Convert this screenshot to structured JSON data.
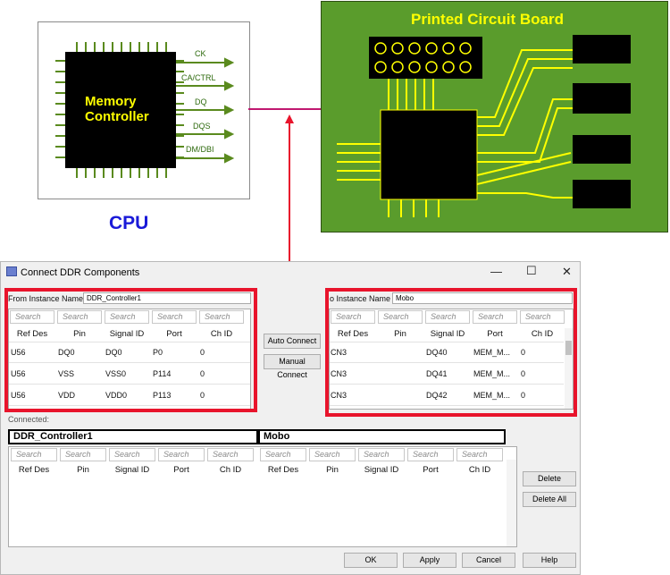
{
  "diagram": {
    "cpu_label": "CPU",
    "chip_label_line1": "Memory",
    "chip_label_line2": "Controller",
    "signals": [
      "CK",
      "CA/CTRL",
      "DQ",
      "DQS",
      "DM/DBI"
    ],
    "pcb_title": "Printed Circuit Board"
  },
  "dialog": {
    "title": "Connect DDR Components",
    "minimize": "—",
    "maximize": "☐",
    "close": "✕",
    "from_label": "From Instance Name",
    "from_value": "DDR_Controller1",
    "to_label": "o Instance Name",
    "to_value": "Mobo",
    "search_placeholder": "Search",
    "columns": [
      "Ref Des",
      "Pin",
      "Signal ID",
      "Port",
      "Ch ID"
    ],
    "from_rows": [
      [
        "U56",
        "DQ0",
        "DQ0",
        "P0",
        "0"
      ],
      [
        "U56",
        "VSS",
        "VSS0",
        "P114",
        "0"
      ],
      [
        "U56",
        "VDD",
        "VDD0",
        "P113",
        "0"
      ]
    ],
    "to_rows": [
      [
        "CN3",
        "",
        "DQ40",
        "MEM_M...",
        "0"
      ],
      [
        "CN3",
        "",
        "DQ41",
        "MEM_M...",
        "0"
      ],
      [
        "CN3",
        "",
        "DQ42",
        "MEM_M...",
        "0"
      ]
    ],
    "auto_connect": "Auto Connect",
    "manual_connect": "Manual Connect",
    "connected_label": "Connected:",
    "connected_left": "DDR_Controller1",
    "connected_right": "Mobo",
    "delete": "Delete",
    "delete_all": "Delete All",
    "ok": "OK",
    "apply": "Apply",
    "cancel": "Cancel",
    "help": "Help"
  },
  "colors": {
    "pcb_green": "#5a9c2c",
    "trace_yellow": "#ffff00",
    "highlight_red": "#e8142c",
    "cpu_blue": "#1a1ad8",
    "pin_green": "#5a8a1e"
  }
}
